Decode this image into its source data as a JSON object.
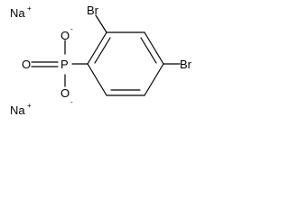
{
  "molecule": {
    "atoms": {
      "na_top": "Na",
      "na_top_charge": "+",
      "na_bottom": "Na",
      "na_bottom_charge": "+",
      "o_top": "O",
      "o_top_charge": "-",
      "o_double": "O",
      "p": "P",
      "o_bottom": "O",
      "o_bottom_charge": "-",
      "br_ortho": "Br",
      "br_para": "Br"
    },
    "colors": {
      "ink": "#000000",
      "background": "#ffffff"
    }
  }
}
